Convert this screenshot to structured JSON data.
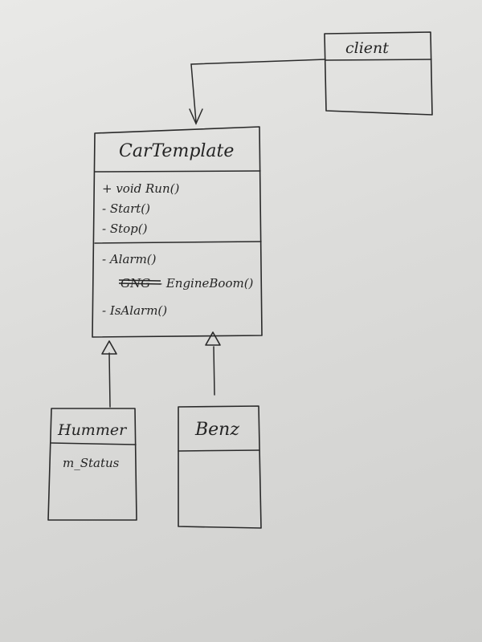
{
  "diagram": {
    "client": {
      "name": "client"
    },
    "car_template": {
      "name": "CarTemplate",
      "public_methods": [
        "+ void Run()",
        "- Start()",
        "- Stop()"
      ],
      "abstract_methods": [
        "- Alarm()",
        "- EngineBoom()",
        "- IsAlarm()"
      ],
      "struck_prefix": "GNG"
    },
    "hummer": {
      "name": "Hummer",
      "attributes": [
        "m_Status"
      ]
    },
    "benz": {
      "name": "Benz"
    }
  },
  "relations": [
    {
      "from": "client",
      "to": "CarTemplate",
      "type": "association"
    },
    {
      "from": "Hummer",
      "to": "CarTemplate",
      "type": "generalization"
    },
    {
      "from": "Benz",
      "to": "CarTemplate",
      "type": "generalization"
    }
  ]
}
